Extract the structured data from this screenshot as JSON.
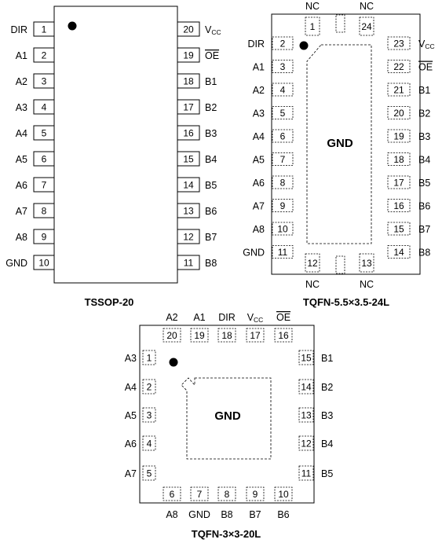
{
  "tssop": {
    "caption": "TSSOP-20",
    "left_pins": [
      {
        "num": "1",
        "name": "DIR"
      },
      {
        "num": "2",
        "name": "A1"
      },
      {
        "num": "3",
        "name": "A2"
      },
      {
        "num": "4",
        "name": "A3"
      },
      {
        "num": "5",
        "name": "A4"
      },
      {
        "num": "6",
        "name": "A5"
      },
      {
        "num": "7",
        "name": "A6"
      },
      {
        "num": "8",
        "name": "A7"
      },
      {
        "num": "9",
        "name": "A8"
      },
      {
        "num": "10",
        "name": "GND"
      }
    ],
    "right_pins": [
      {
        "num": "20",
        "name": "V",
        "sub": "CC"
      },
      {
        "num": "19",
        "name": "OE",
        "overline": true
      },
      {
        "num": "18",
        "name": "B1"
      },
      {
        "num": "17",
        "name": "B2"
      },
      {
        "num": "16",
        "name": "B3"
      },
      {
        "num": "15",
        "name": "B4"
      },
      {
        "num": "14",
        "name": "B5"
      },
      {
        "num": "13",
        "name": "B6"
      },
      {
        "num": "12",
        "name": "B7"
      },
      {
        "num": "11",
        "name": "B8"
      }
    ]
  },
  "tqfn24": {
    "caption": "TQFN-5.5×3.5-24L",
    "pad_label": "GND",
    "top_pins": [
      {
        "num": "1",
        "name": "NC"
      },
      {
        "num": "24",
        "name": "NC"
      }
    ],
    "bottom_pins": [
      {
        "num": "12",
        "name": "NC"
      },
      {
        "num": "13",
        "name": "NC"
      }
    ],
    "left_pins": [
      {
        "num": "2",
        "name": "DIR"
      },
      {
        "num": "3",
        "name": "A1"
      },
      {
        "num": "4",
        "name": "A2"
      },
      {
        "num": "5",
        "name": "A3"
      },
      {
        "num": "6",
        "name": "A4"
      },
      {
        "num": "7",
        "name": "A5"
      },
      {
        "num": "8",
        "name": "A6"
      },
      {
        "num": "9",
        "name": "A7"
      },
      {
        "num": "10",
        "name": "A8"
      },
      {
        "num": "11",
        "name": "GND"
      }
    ],
    "right_pins": [
      {
        "num": "23",
        "name": "V",
        "sub": "CC"
      },
      {
        "num": "22",
        "name": "OE",
        "overline": true
      },
      {
        "num": "21",
        "name": "B1"
      },
      {
        "num": "20",
        "name": "B2"
      },
      {
        "num": "19",
        "name": "B3"
      },
      {
        "num": "18",
        "name": "B4"
      },
      {
        "num": "17",
        "name": "B5"
      },
      {
        "num": "16",
        "name": "B6"
      },
      {
        "num": "15",
        "name": "B7"
      },
      {
        "num": "14",
        "name": "B8"
      }
    ]
  },
  "tqfn20": {
    "caption": "TQFN-3×3-20L",
    "pad_label": "GND",
    "top_pins": [
      {
        "num": "20",
        "name": "A2"
      },
      {
        "num": "19",
        "name": "A1"
      },
      {
        "num": "18",
        "name": "DIR"
      },
      {
        "num": "17",
        "name": "V",
        "sub": "CC"
      },
      {
        "num": "16",
        "name": "OE",
        "overline": true
      }
    ],
    "left_pins": [
      {
        "num": "1",
        "name": "A3"
      },
      {
        "num": "2",
        "name": "A4"
      },
      {
        "num": "3",
        "name": "A5"
      },
      {
        "num": "4",
        "name": "A6"
      },
      {
        "num": "5",
        "name": "A7"
      }
    ],
    "right_pins": [
      {
        "num": "15",
        "name": "B1"
      },
      {
        "num": "14",
        "name": "B2"
      },
      {
        "num": "13",
        "name": "B3"
      },
      {
        "num": "12",
        "name": "B4"
      },
      {
        "num": "11",
        "name": "B5"
      }
    ],
    "bottom_pins": [
      {
        "num": "6",
        "name": "A8"
      },
      {
        "num": "7",
        "name": "GND"
      },
      {
        "num": "8",
        "name": "B8"
      },
      {
        "num": "9",
        "name": "B7"
      },
      {
        "num": "10",
        "name": "B6"
      }
    ]
  }
}
